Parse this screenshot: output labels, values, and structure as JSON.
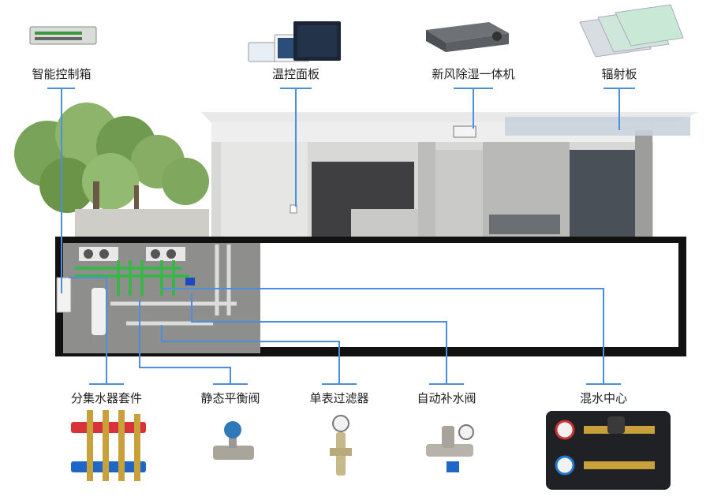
{
  "labels": {
    "smart_control_box": "智能控制箱",
    "thermostat_panel": "温控面板",
    "fresh_air_dehumidifier": "新风除湿一体机",
    "radiant_panel": "辐射板",
    "manifold_kit": "分集水器套件",
    "static_balance_valve": "静态平衡阀",
    "single_meter_filter": "单表过滤器",
    "auto_refill_valve": "自动补水阀",
    "mixing_center": "混水中心"
  },
  "colors": {
    "leader_line": "#4a8ee0",
    "pipe_green": "#3bb54a",
    "basement_frame": "#111111"
  }
}
